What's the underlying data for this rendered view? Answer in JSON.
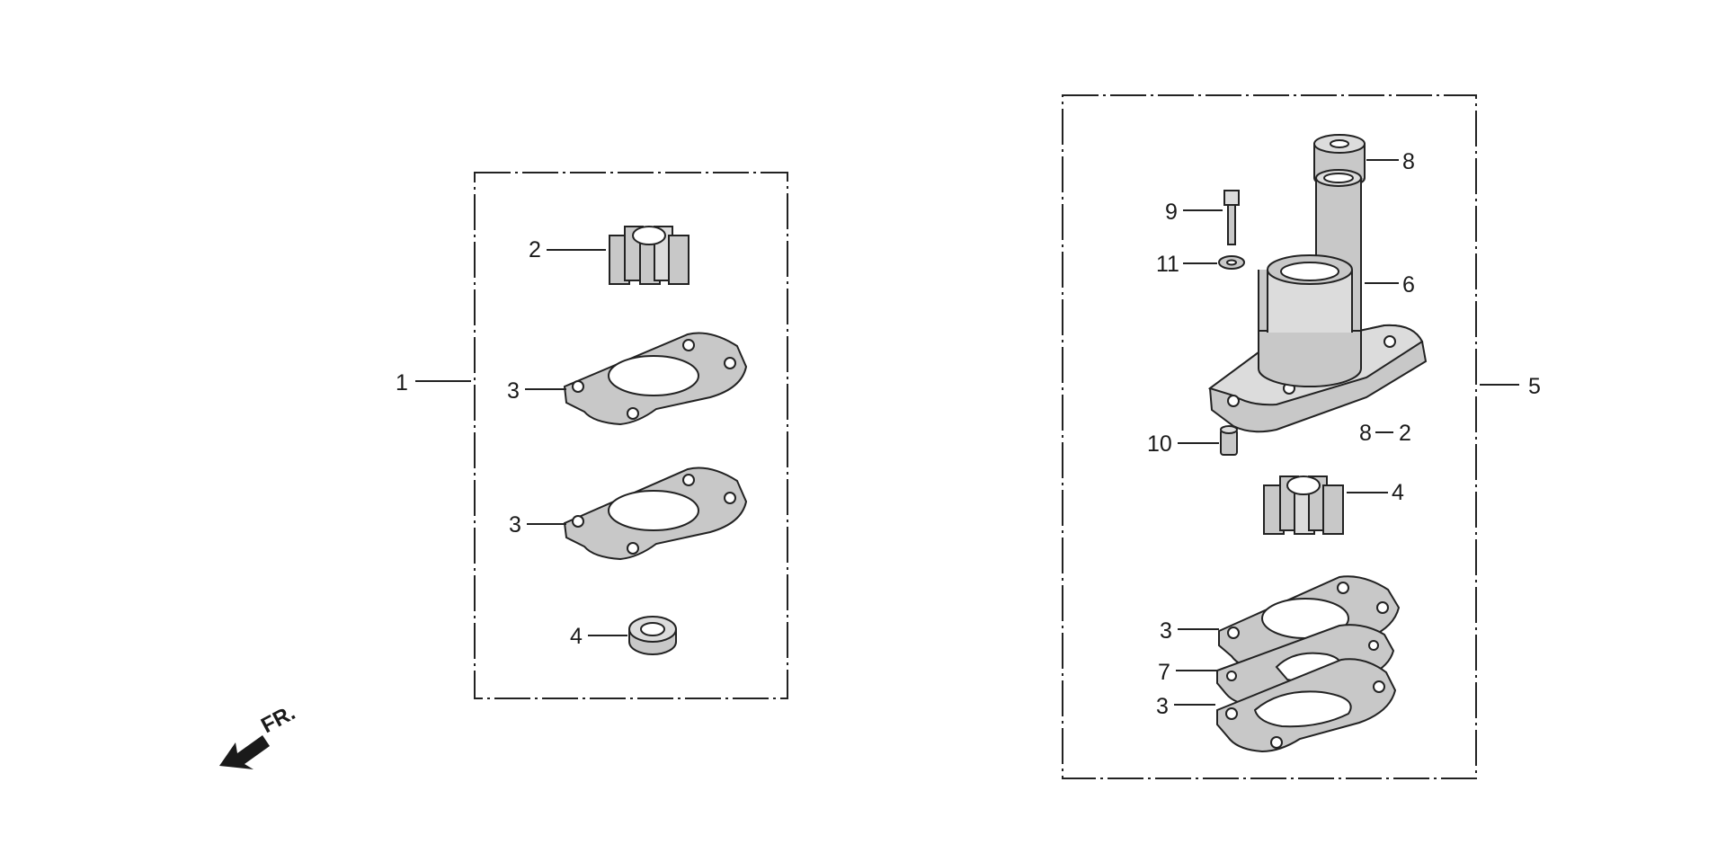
{
  "diagram": {
    "direction_label": "FR.",
    "callouts": {
      "kit1_label": "1",
      "kit1_impeller": "2",
      "kit1_gasket_a": "3",
      "kit1_gasket_b": "3",
      "kit1_seal": "4",
      "kit5_label": "5",
      "kit5_housing": "6",
      "kit5_gasket_top": "3",
      "kit5_plate": "7",
      "kit5_gasket_bottom": "3",
      "kit5_impeller": "4",
      "kit5_grommet": "8",
      "kit5_bolt": "9",
      "kit5_washer": "11",
      "kit5_pin": "10",
      "kit5_ref_symbol": "8",
      "kit5_ref_number": "2"
    }
  }
}
